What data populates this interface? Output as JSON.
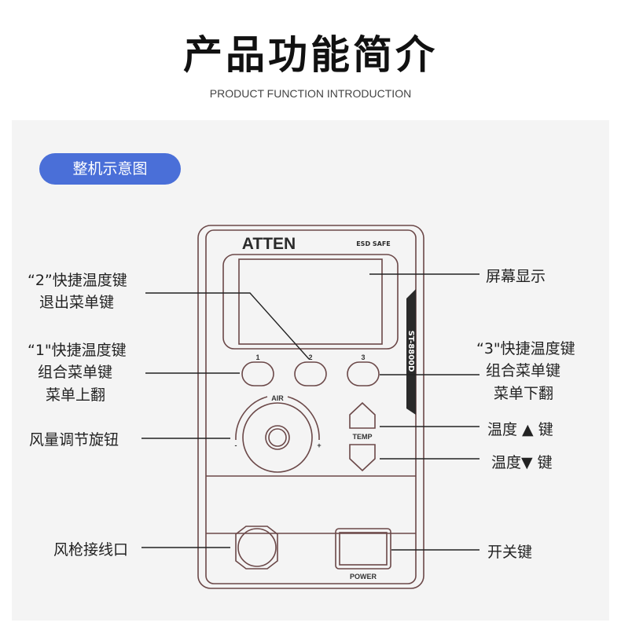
{
  "header": {
    "title": "产品功能简介",
    "subtitle": "PRODUCT FUNCTION INTRODUCTION"
  },
  "section_tag": "整机示意图",
  "device": {
    "brand": "ATTEN",
    "esd_logo": "ESD SAFE",
    "model": "ST-8800D",
    "button_numbers": [
      "1",
      "2",
      "3"
    ],
    "knob_label": "AIR",
    "knob_minus": "-",
    "knob_plus": "+",
    "temp_label": "TEMP",
    "power_label": "POWER",
    "outline_color": "#6b4848"
  },
  "callouts": {
    "key2": [
      "“2”快捷温度键",
      "退出菜单键"
    ],
    "key1": [
      "“1\"快捷温度键",
      "组合菜单键",
      "菜单上翻"
    ],
    "air_knob": "风量调节旋钮",
    "gun_port": "风枪接线口",
    "screen": "屏幕显示",
    "key3": [
      "“3\"快捷温度键",
      "组合菜单键",
      "菜单下翻"
    ],
    "temp_up": "温度 ▲ 键",
    "temp_down": "温度▼ 键",
    "power": "开关键"
  },
  "colors": {
    "accent": "#4a6fd8",
    "panel": "#f4f4f4"
  }
}
